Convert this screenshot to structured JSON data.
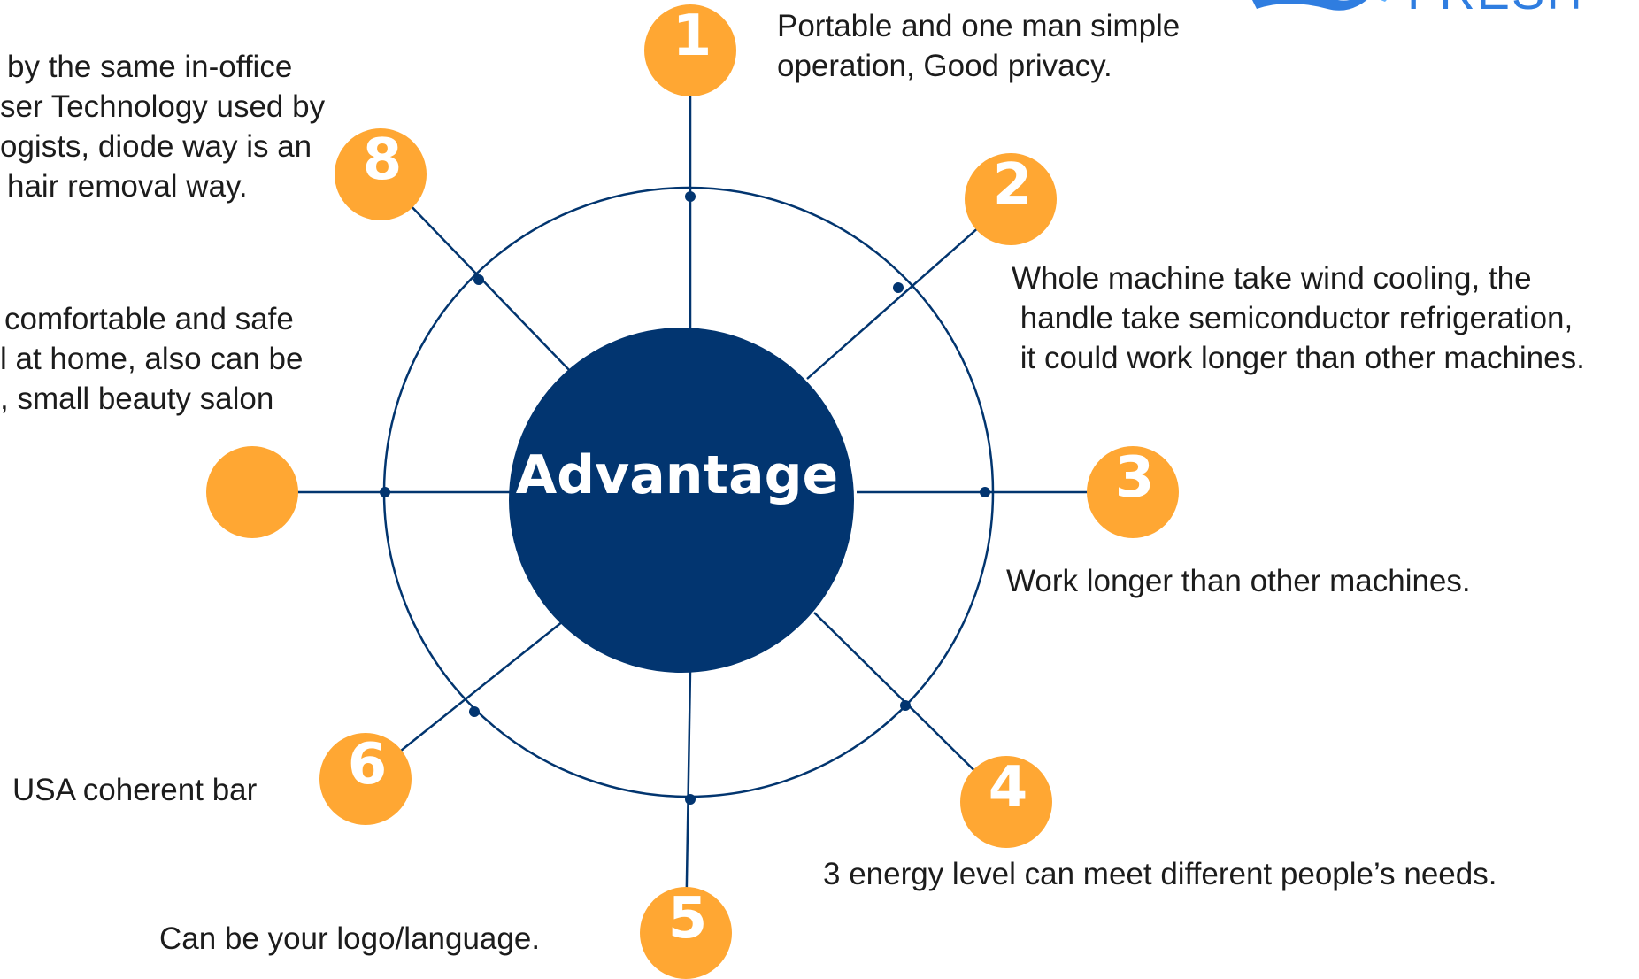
{
  "center_label": "Advantage",
  "logo": {
    "text": "FRESH",
    "color": "#2f7de0"
  },
  "colors": {
    "navy": "#023570",
    "orange": "#ffa733",
    "line": "#02356f",
    "text": "#1c1c1c"
  },
  "nodes": [
    {
      "id": "1",
      "number": "1",
      "text": [
        "Portable and one man simple",
        "operation, Good privacy."
      ]
    },
    {
      "id": "2",
      "number": "2",
      "text": [
        "Whole machine take wind cooling, the",
        " handle take semiconductor refrigeration,",
        " it could work longer than other machines."
      ]
    },
    {
      "id": "3",
      "number": "3",
      "text": [
        "Work longer than other machines."
      ]
    },
    {
      "id": "4",
      "number": "4",
      "text": [
        "3 energy level can meet different people’s needs."
      ]
    },
    {
      "id": "5",
      "number": "5",
      "text": [
        "Can be your logo/language."
      ]
    },
    {
      "id": "6",
      "number": "6",
      "text": [
        "USA coherent bar"
      ]
    },
    {
      "id": "7",
      "number": "",
      "text": [
        "comfortable and safe",
        "l at home, also can be",
        ", small beauty salon"
      ]
    },
    {
      "id": "8",
      "number": "8",
      "text": [
        "by the same in-office",
        "ser Technology used by",
        "ogists, diode way is an",
        "hair removal way."
      ]
    }
  ]
}
